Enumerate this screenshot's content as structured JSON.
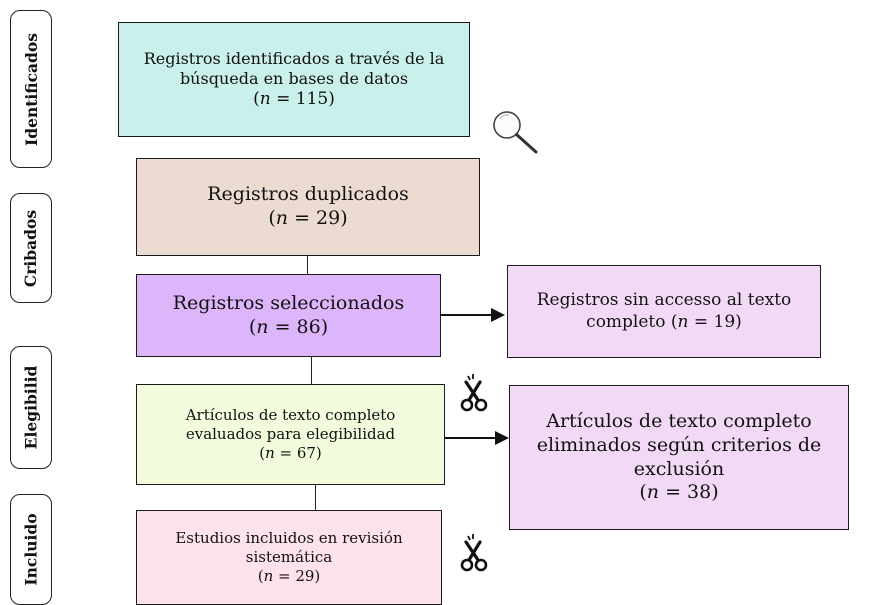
{
  "colors": {
    "identified": "#c9f0ea",
    "duplicates": "#ecdbd1",
    "selected": "#ddb5fb",
    "no_access": "#f2daf6",
    "eligibility": "#f2fcdc",
    "excluded": "#f2daf6",
    "included": "#fde1ec"
  },
  "stages": [
    {
      "label": "Identificados"
    },
    {
      "label": "Cribados"
    },
    {
      "label": "Elegibilid"
    },
    {
      "label": "Incluido"
    }
  ],
  "boxes": {
    "identified": {
      "line1": "Registros identificados a través de la",
      "line2": "búsqueda en bases de datos",
      "n_prefix": "(",
      "n_var": "n",
      "n_value": " = 115)"
    },
    "duplicates": {
      "line1": "Registros duplicados",
      "n_prefix": "(",
      "n_var": "n",
      "n_value": " = 29)"
    },
    "selected": {
      "line1": "Registros seleccionados",
      "n_prefix": "(",
      "n_var": "n",
      "n_value": " = 86)"
    },
    "no_access": {
      "line1": "Registros sin accesso al texto",
      "line2": "completo (",
      "n_var": "n",
      "n_value": " = 19)"
    },
    "eligibility": {
      "line1": "Artículos de texto completo",
      "line2": "evaluados para elegibilidad",
      "n_prefix": "(",
      "n_var": "n",
      "n_value": " = 67)"
    },
    "excluded": {
      "line1": "Artículos de texto completo",
      "line2": "eliminados según criterios de",
      "line3": "exclusión",
      "n_prefix": "(",
      "n_var": "n",
      "n_value": " = 38)"
    },
    "included": {
      "line1": "Estudios incluidos en revisión",
      "line2": "sistemática",
      "n_prefix": "(",
      "n_var": "n",
      "n_value": " = 29)"
    }
  },
  "icons": [
    "magnifier-icon",
    "scissors-icon",
    "scissors-icon"
  ]
}
